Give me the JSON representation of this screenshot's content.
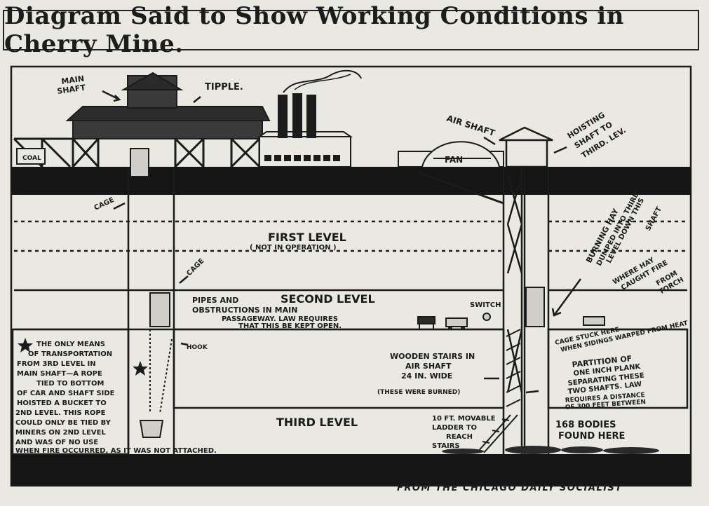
{
  "title": "Diagram Said to Show Working Conditions in Cherry Mine.",
  "credit": "FROM THE CHICAGO DAILY SOCIALIST",
  "surface": {
    "main_shaft": [
      "MAIN",
      "SHAFT"
    ],
    "tipple": "TIPPLE.",
    "coal": "COAL",
    "air_shaft": "AIR SHAFT",
    "fan": "FAN",
    "hoisting_shaft": [
      "HOISTING",
      "SHAFT TO",
      "THIRD. LEV."
    ]
  },
  "levels": {
    "first": "FIRST LEVEL",
    "first_note": "( NOT IN OPERATION )",
    "second": "SECOND LEVEL",
    "third": "THIRD LEVEL"
  },
  "labels": {
    "cage": "CAGE",
    "cage2": "CAGE",
    "hook": "HOOK",
    "switch": "SWITCH",
    "pipes": [
      "PIPES AND",
      "OBSTRUCTIONS IN MAIN",
      "PASSAGEWAY. LAW REQUIRES",
      "THAT THIS BE KEPT OPEN."
    ],
    "burning_hay": [
      "BURNING HAY",
      "DUMPED INTO THIRD",
      "LEVEL DOWN THIS",
      "SHAFT"
    ],
    "hay_fire": [
      "WHERE HAY",
      "CAUGHT FIRE",
      "FROM",
      "TORCH"
    ],
    "cage_stuck": [
      "CAGE STUCK HERE",
      "WHEN SIDINGS WARPED FROM HEAT"
    ],
    "wooden_stairs": [
      "WOODEN STAIRS IN",
      "AIR SHAFT",
      "24 IN. WIDE",
      "(THESE WERE BURNED)"
    ],
    "partition": [
      "PARTITION OF",
      "ONE INCH PLANK",
      "SEPARATING THESE",
      "TWO SHAFTS. LAW",
      "REQUIRES A DISTANCE",
      "OF 300 FEET BETWEEN"
    ],
    "ladder": [
      "10 FT. MOVABLE",
      "LADDER TO",
      "REACH",
      "STAIRS"
    ],
    "bodies": [
      "168 BODIES",
      "FOUND HERE"
    ],
    "transport_note": [
      "THE ONLY MEANS",
      "OF TRANSPORTATION",
      "FROM 3RD LEVEL IN",
      "MAIN SHAFT—A ROPE",
      "TIED TO BOTTOM",
      "OF CAR AND SHAFT SIDE",
      "HOISTED A BUCKET TO",
      "2ND LEVEL. THIS ROPE",
      "COULD ONLY BE TIED BY",
      "MINERS ON 2ND LEVEL",
      "AND WAS OF NO USE",
      "WHEN FIRE OCCURRED, AS IT WAS NOT ATTACHED."
    ]
  }
}
